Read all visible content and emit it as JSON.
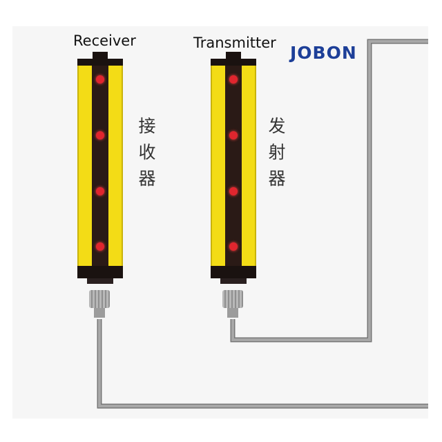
{
  "labels": {
    "receiver_en": "Receiver",
    "transmitter_en": "Transmitter",
    "receiver_cn": [
      "接",
      "收",
      "器"
    ],
    "transmitter_cn": [
      "发",
      "射",
      "器"
    ]
  },
  "logo": {
    "text": "JOBON",
    "color": "#1d3f98"
  },
  "colors": {
    "housing_yellow": "#f3dc16",
    "housing_black": "#1a1210",
    "led_red": "#e0262e",
    "cable_gray": "#999999"
  },
  "devices": {
    "receiver": {
      "led_count": 4
    },
    "transmitter": {
      "led_count": 4
    }
  }
}
